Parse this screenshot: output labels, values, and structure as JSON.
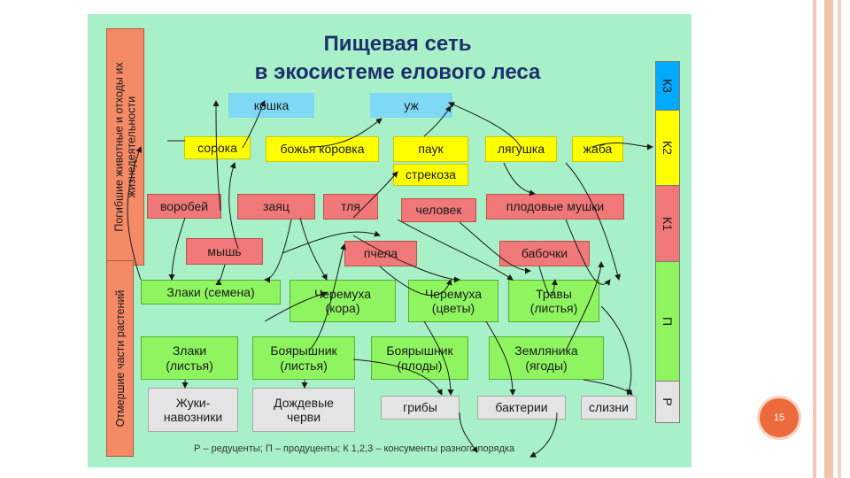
{
  "title": {
    "line1": "Пищевая сеть",
    "line2": "в экосистеме елового леса"
  },
  "left_bars": {
    "top": "Погибшие животные и отходы их жизнедеятельности",
    "bottom": "Отмершие части растений"
  },
  "levels": [
    "К3",
    "К2",
    "К1",
    "П",
    "Р"
  ],
  "level_colors": [
    "#00aaff",
    "#ffff00",
    "#f07878",
    "#8ef560",
    "#e4e4e4"
  ],
  "nodes": {
    "cat": "кошка",
    "snake": "уж",
    "magpie": "сорока",
    "ladybug": "божья коровка",
    "spider": "паук",
    "frog": "лягушка",
    "toad": "жаба",
    "dragonfly": "стрекоза",
    "sparrow": "воробей",
    "hare": "заяц",
    "aphid": "тля",
    "human": "человек",
    "fruitflies": "плодовые мушки",
    "mouse": "мышь",
    "bee": "пчела",
    "butterflies": "бабочки",
    "cereals_seeds": "Злаки (семена)",
    "cherry_bark": [
      "Черемуха",
      "(кора)"
    ],
    "cherry_flowers": [
      "Черемуха",
      "(цветы)"
    ],
    "grass_leaves": [
      "Травы",
      "(листья)"
    ],
    "cereals_leaves": [
      "Злаки",
      "(листья)"
    ],
    "hawthorn_leaves": [
      "Боярышник",
      "(листья)"
    ],
    "hawthorn_fruits": [
      "Боярышник",
      "(плоды)"
    ],
    "strawberry": [
      "Земляника",
      "(ягоды)"
    ],
    "dung_beetles": [
      "Жуки-",
      "навозники"
    ],
    "earthworms": [
      "Дождевые",
      "черви"
    ],
    "fungi": "грибы",
    "bacteria": "бактерии",
    "slugs": "слизни"
  },
  "legend": "Р – редуценты; П – продуценты; К 1,2,3 – консументы разного порядка",
  "page_number": "15"
}
